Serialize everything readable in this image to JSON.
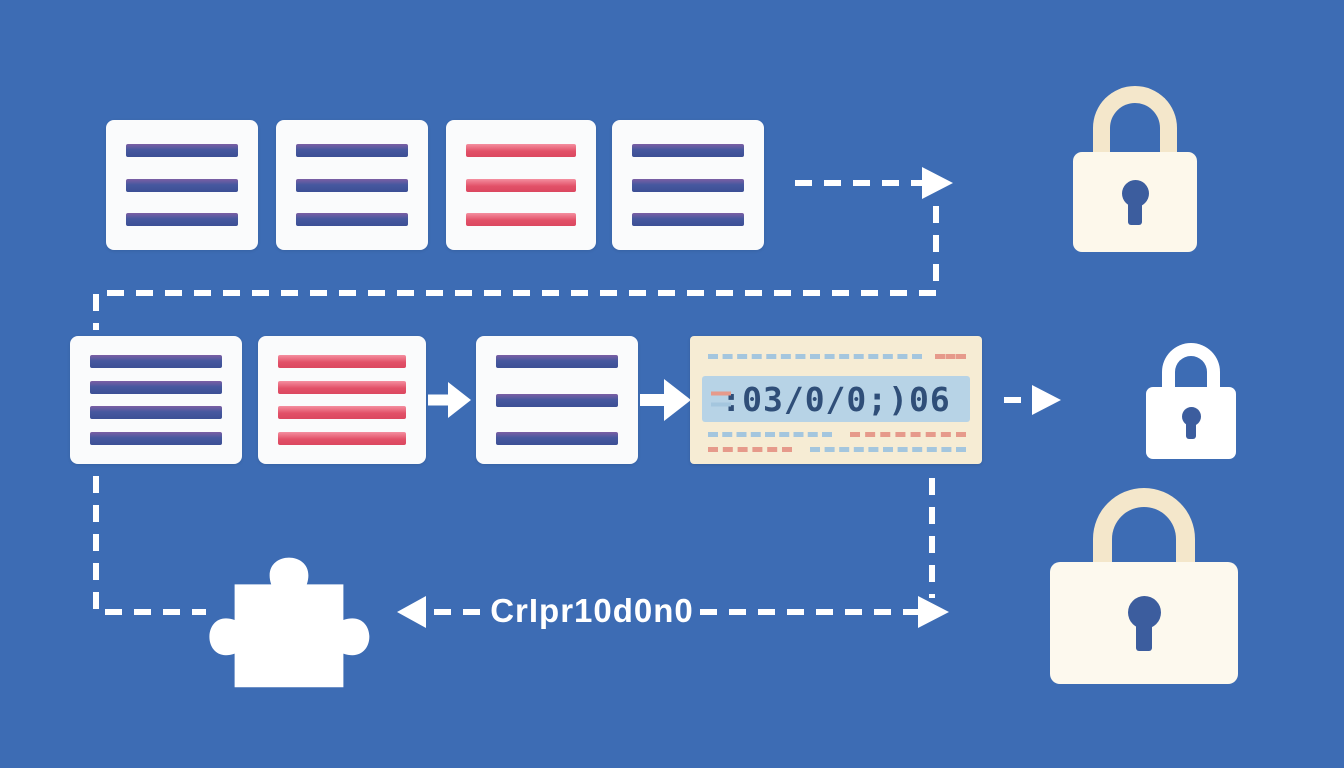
{
  "colors": {
    "bg": "#3d6cb4",
    "card": "#fafbfc",
    "bar-blue-1": "#7c5fa4",
    "bar-blue-2": "#46589f",
    "bar-blue-3": "#3c4f95",
    "bar-red-1": "#f48fa0",
    "bar-red-2": "#e25168",
    "bar-red-3": "#db4760",
    "code-bg": "#f6ecd4",
    "band": "#b7d3e6",
    "code-text": "#2f4e78",
    "lightblue": "#a4c6de",
    "salmon": "#e69a8b",
    "cream": "#f4e7cb",
    "keyhole": "#3c5d9e",
    "line": "#ffffff"
  },
  "documents": {
    "top": [
      {
        "variant": "blue",
        "lines": 3
      },
      {
        "variant": "blue",
        "lines": 3
      },
      {
        "variant": "red",
        "lines": 3
      },
      {
        "variant": "blue",
        "lines": 3
      }
    ],
    "middle": [
      {
        "variant": "blue",
        "lines": 4
      },
      {
        "variant": "red",
        "lines": 4
      },
      {
        "variant": "blue",
        "lines": 3
      }
    ]
  },
  "cipher_box": {
    "text": ":03/0/0;)06"
  },
  "labels": {
    "bottom": "CrIpr10d0n0"
  },
  "icons": {
    "lock_top": "padlock",
    "lock_middle": "padlock",
    "lock_bottom": "padlock",
    "puzzle": "puzzle-piece",
    "arrows": "dashed-and-solid-flow-arrows"
  }
}
